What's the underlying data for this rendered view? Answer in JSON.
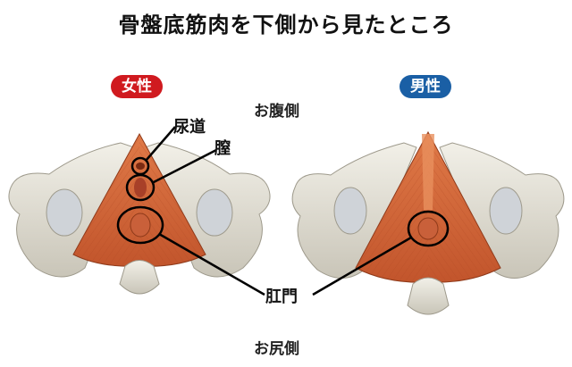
{
  "title": "骨盤底筋肉を下側から見たところ",
  "badges": {
    "female": "女性",
    "male": "男性"
  },
  "orientation": {
    "front": "お腹側",
    "back": "お尻側"
  },
  "labels": {
    "urethra": "尿道",
    "vagina": "膣",
    "anus": "肛門"
  },
  "colors": {
    "muscle": "#d9683a",
    "bone": "#e6e3d8",
    "female_badge": "#d01a1f",
    "male_badge": "#1a5fa5"
  }
}
